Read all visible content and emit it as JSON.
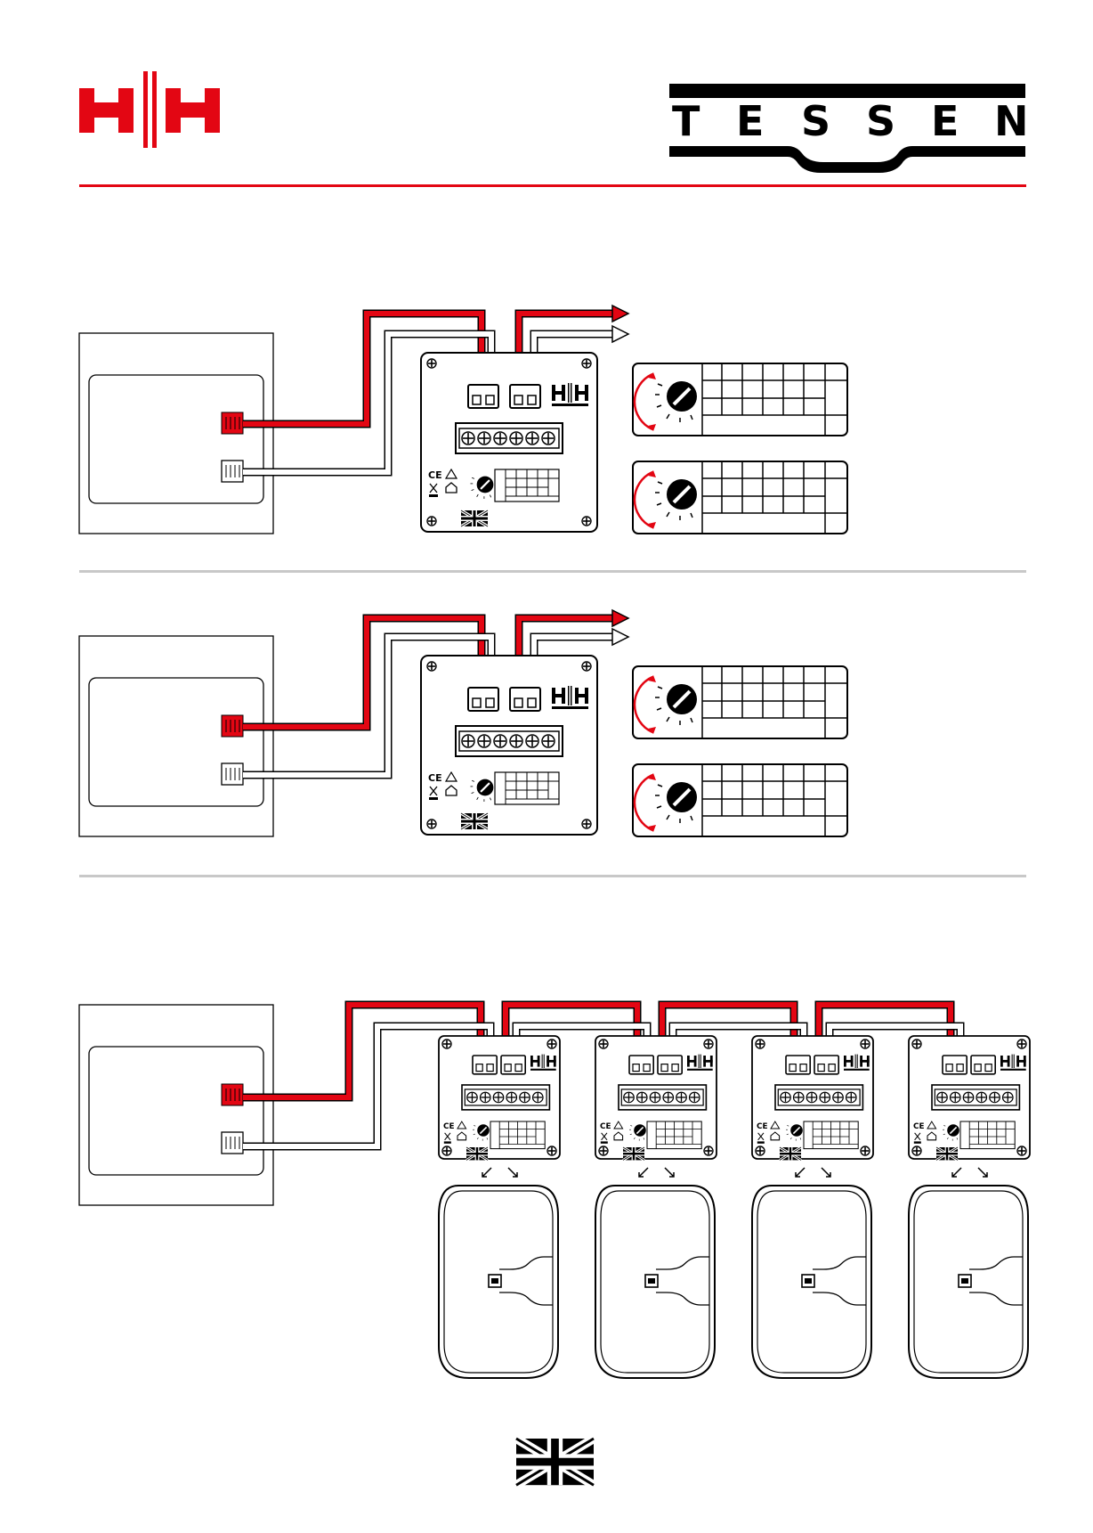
{
  "header": {
    "brand_logo": "hh-logo",
    "product_logo_letters": [
      "T",
      "E",
      "S",
      "S",
      "E",
      "N"
    ]
  },
  "colors": {
    "brand_red": "#e30613",
    "rule_red": "#e30613",
    "rule_grey": "#c8c8c8",
    "line": "#000000",
    "paper": "#ffffff"
  },
  "sections": [
    {
      "id": "single-speaker-connection-top",
      "speakers_shown": 0,
      "volume_panels": 2
    },
    {
      "id": "single-speaker-connection-middle",
      "speakers_shown": 0,
      "volume_panels": 2
    },
    {
      "id": "daisy-chain",
      "terminal_panels": 4,
      "speakers_shown": 4
    }
  ],
  "footer": {
    "flag": "uk-flag-icon"
  }
}
